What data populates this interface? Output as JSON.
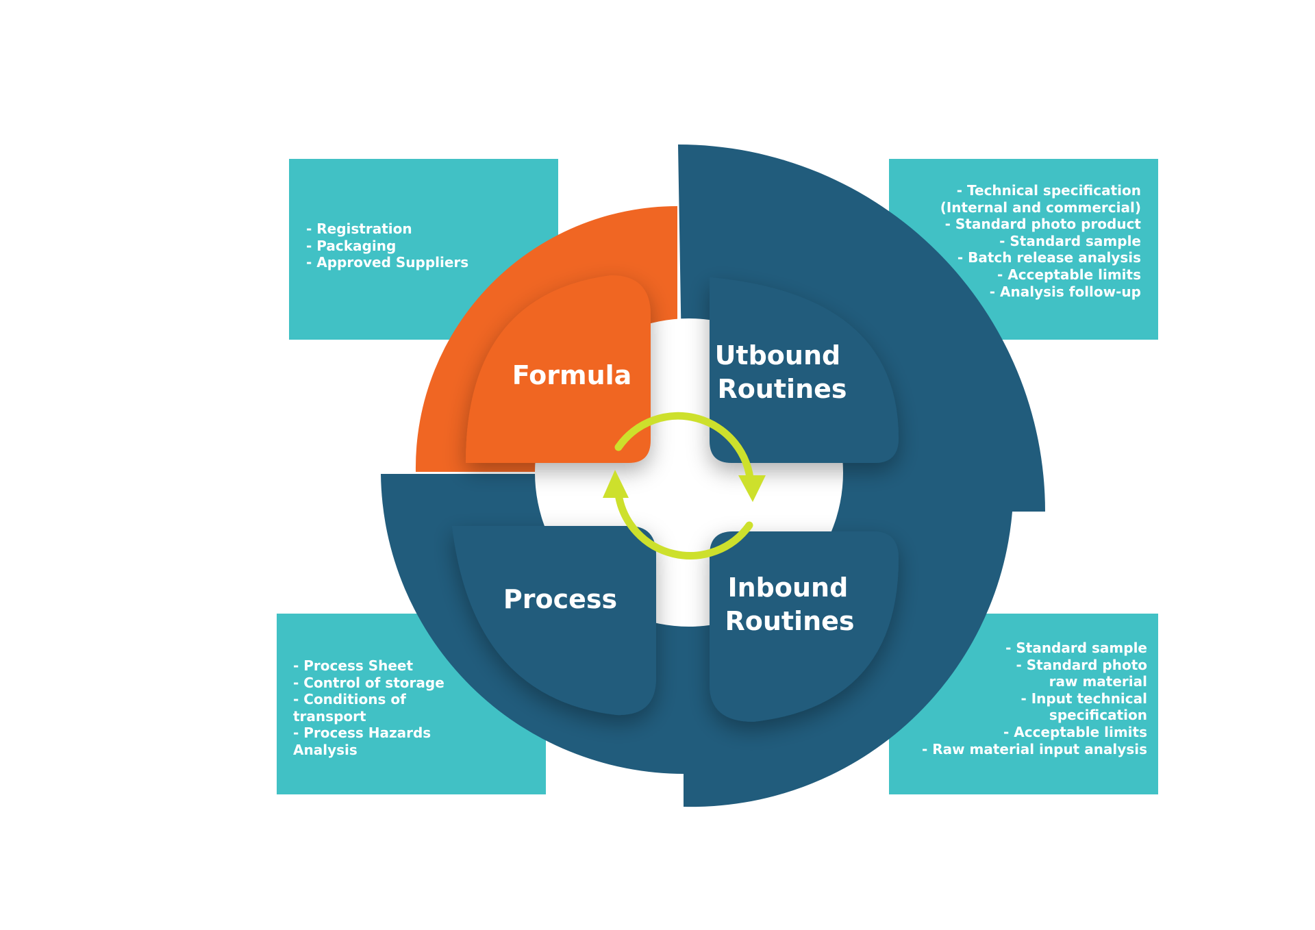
{
  "colors": {
    "teal": "#41c1c5",
    "navy": "#215c7c",
    "orange": "#f06623",
    "arrow": "#cde02c",
    "white": "#ffffff"
  },
  "quadrants": {
    "formula": [
      "Formula"
    ],
    "outbound": [
      "Utbound",
      "Routines"
    ],
    "process": [
      "Process"
    ],
    "inbound": [
      "Inbound",
      "Routines"
    ]
  },
  "boxes": {
    "top_left": [
      "- Registration",
      "- Packaging",
      "- Approved Suppliers"
    ],
    "top_right": [
      "- Technical specification",
      "(Internal and commercial)",
      "- Standard photo product",
      "- Standard sample",
      "- Batch release analysis",
      "- Acceptable limits",
      "- Analysis follow-up"
    ],
    "bottom_left": [
      "- Process Sheet",
      "- Control of storage",
      "- Conditions of",
      "transport",
      "- Process Hazards",
      "Analysis"
    ],
    "bottom_right": [
      "- Standard sample",
      "- Standard photo",
      "raw material",
      "- Input technical",
      "specification",
      "- Acceptable limits",
      "- Raw material input analysis"
    ]
  },
  "icons": {
    "cycle": "circular-arrows-icon"
  }
}
